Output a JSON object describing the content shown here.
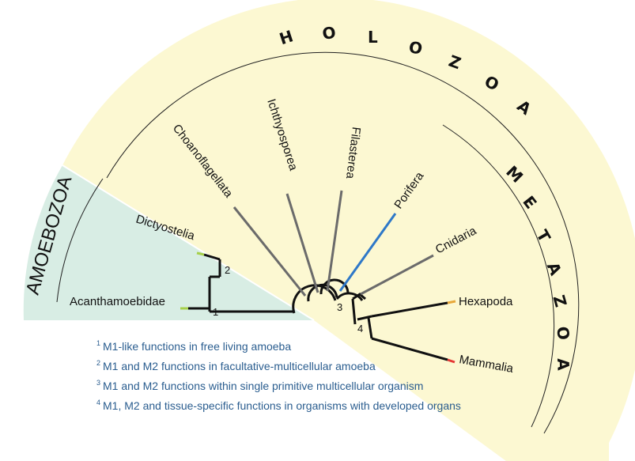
{
  "groups": {
    "holozoa": "HOLOZOA",
    "metazoa": "METAZOA",
    "amoebozoa": "AMOEBOZOA"
  },
  "taxa": {
    "dictyostelia": "Dictyostelia",
    "acanthamoebidae": "Acanthamoebidae",
    "choanoflagellata": "Choanoflagellata",
    "ichthyosporea": "Ichthyosporea",
    "filasterea": "Filasterea",
    "porifera": "Porifera",
    "cnidaria": "Cnidaria",
    "hexapoda": "Hexapoda",
    "mammalia": "Mammalia"
  },
  "nodes": {
    "n1": "1",
    "n2": "2",
    "n3": "3",
    "n4": "4"
  },
  "legend": [
    {
      "num": "1",
      "text": "M1-like functions in free living amoeba"
    },
    {
      "num": "2",
      "text": "M1 and M2 functions in facultative-multicellular amoeba"
    },
    {
      "num": "3",
      "text": "M1 and M2 functions within single primitive multicellular organism"
    },
    {
      "num": "4",
      "text": "M1, M2 and tissue-specific functions in organisms with developed organs"
    }
  ],
  "colors": {
    "holozoa_band": "#fcf8d2",
    "amoebozoa_band": "#d8ede4",
    "dictyostelia_tip": "#a6d04a",
    "acanthamoebidae_tip": "#a6d04a",
    "porifera_branch": "#2e78c8",
    "hexapoda_tip": "#e8a83a",
    "mammalia_tip": "#e53935",
    "unicellular_branch": "#6b6b6b",
    "legend_text": "#2a5d8f"
  }
}
